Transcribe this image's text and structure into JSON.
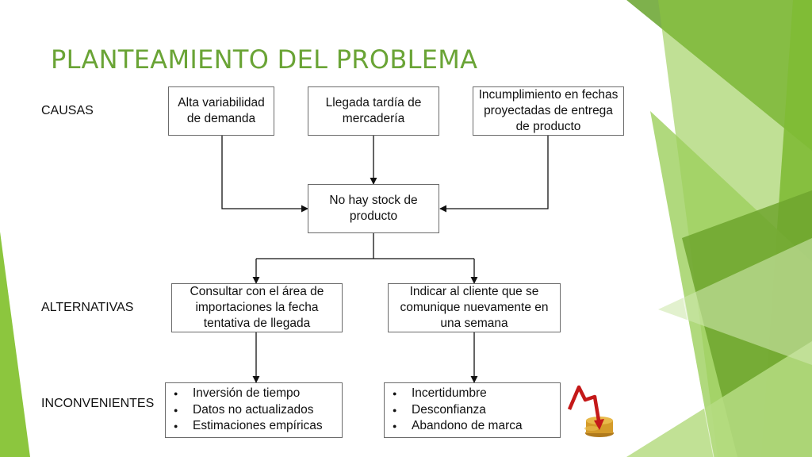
{
  "slide": {
    "title": "PLANTEAMIENTO DEL PROBLEMA"
  },
  "row_labels": {
    "causes": "CAUSAS",
    "alternatives": "ALTERNATIVAS",
    "drawbacks": "INCONVENIENTES"
  },
  "causes": [
    "Alta variabilidad de demanda",
    "Llegada tardía de mercadería",
    "Incumplimiento en fechas proyectadas de entrega de producto"
  ],
  "problem": "No hay stock de producto",
  "alternatives": [
    "Consultar con el área de importaciones la fecha tentativa de llegada",
    "Indicar al cliente que se comunique nuevamente en una semana"
  ],
  "drawbacks": [
    [
      "Inversión de tiempo",
      "Datos no actualizados",
      "Estimaciones empíricas"
    ],
    [
      "Incertidumbre",
      "Desconfianza",
      "Abandono de marca"
    ]
  ],
  "icons": {
    "decoration": "decorative-triangles",
    "falling_chart": "falling-chart-coins-icon"
  },
  "colors": {
    "title": "#6aa436",
    "green_dark": "#77b530",
    "green_light": "#a4d36a",
    "green_pale": "#cde8a6",
    "arrow": "#c41919",
    "coins": "#d49b2a"
  }
}
